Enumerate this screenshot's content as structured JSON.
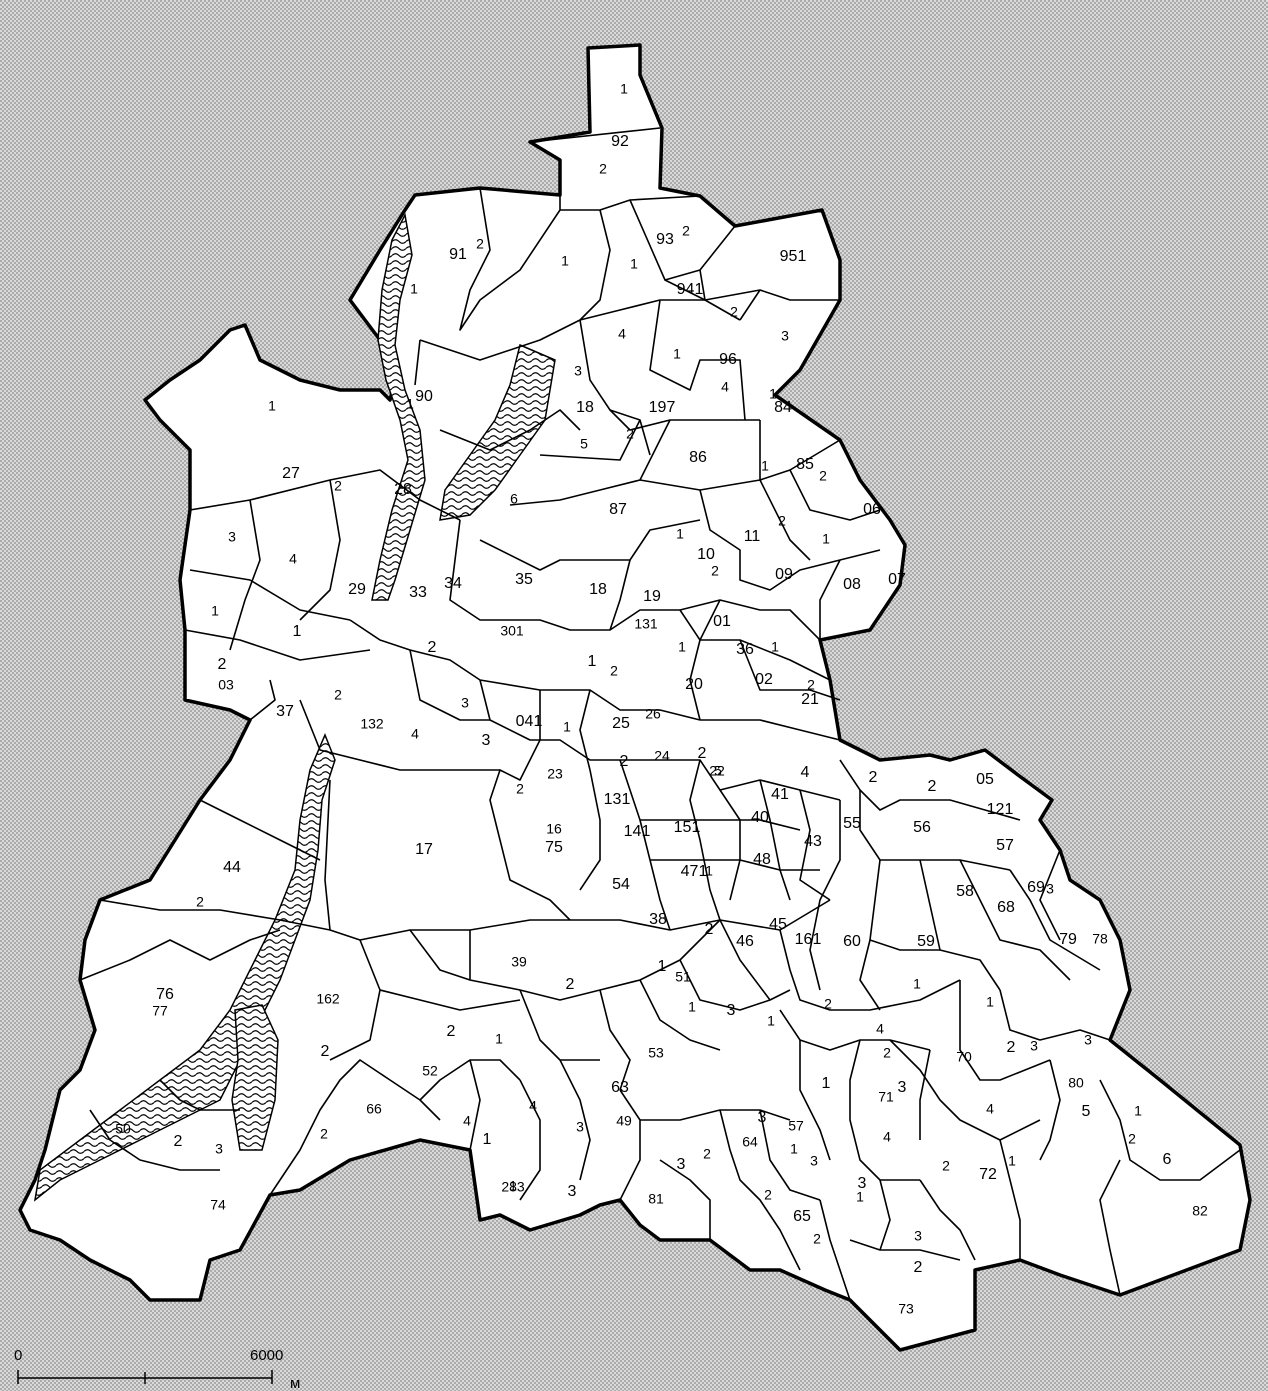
{
  "map": {
    "background_color": "#c8c8c8",
    "land_color": "#ffffff",
    "border_color": "#000000",
    "water_pattern": "wavy-hatching"
  },
  "scale_bar": {
    "start_label": "0",
    "end_label": "6000",
    "unit_label": "м"
  },
  "labels": [
    "92",
    "1",
    "2",
    "91",
    "2",
    "1",
    "1",
    "93",
    "2",
    "1",
    "951",
    "941",
    "2",
    "3",
    "1",
    "4",
    "1",
    "3",
    "96",
    "4",
    "18",
    "197",
    "1",
    "84",
    "1",
    "90",
    "27",
    "2",
    "28",
    "5",
    "2",
    "86",
    "1",
    "85",
    "2",
    "6",
    "87",
    "06",
    "3",
    "4",
    "1",
    "11",
    "2",
    "10",
    "2",
    "09",
    "1",
    "08",
    "07",
    "1",
    "29",
    "33",
    "34",
    "35",
    "18",
    "19",
    "1",
    "01",
    "1",
    "131",
    "2",
    "301",
    "36",
    "1",
    "02",
    "2",
    "03",
    "37",
    "2",
    "132",
    "4",
    "3",
    "1",
    "2",
    "20",
    "2",
    "21",
    "3",
    "041",
    "1",
    "25",
    "26",
    "2",
    "22",
    "2",
    "23",
    "2",
    "24",
    "5",
    "4",
    "2",
    "2",
    "05",
    "121",
    "131",
    "141",
    "151",
    "40",
    "41",
    "43",
    "55",
    "56",
    "57",
    "17",
    "16",
    "75",
    "471",
    "1",
    "48",
    "44",
    "2",
    "54",
    "38",
    "2",
    "46",
    "45",
    "161",
    "60",
    "59",
    "58",
    "68",
    "69",
    "79",
    "78",
    "76",
    "77",
    "2",
    "39",
    "1",
    "51",
    "1",
    "162",
    "2",
    "2",
    "1",
    "52",
    "50",
    "2",
    "3",
    "1",
    "53",
    "63",
    "4",
    "4",
    "66",
    "2",
    "1",
    "3",
    "2",
    "71",
    "70",
    "2",
    "3",
    "3",
    "80",
    "4",
    "5",
    "1",
    "6",
    "82",
    "1",
    "283",
    "3",
    "49",
    "3",
    "2",
    "3",
    "64",
    "3",
    "57",
    "3",
    "1",
    "4",
    "72",
    "1",
    "3",
    "81",
    "2",
    "65",
    "2",
    "2",
    "73",
    "3",
    "74",
    "2",
    "1",
    "3",
    "1",
    "3",
    "2",
    "4",
    "1",
    "1",
    "2",
    "1"
  ]
}
